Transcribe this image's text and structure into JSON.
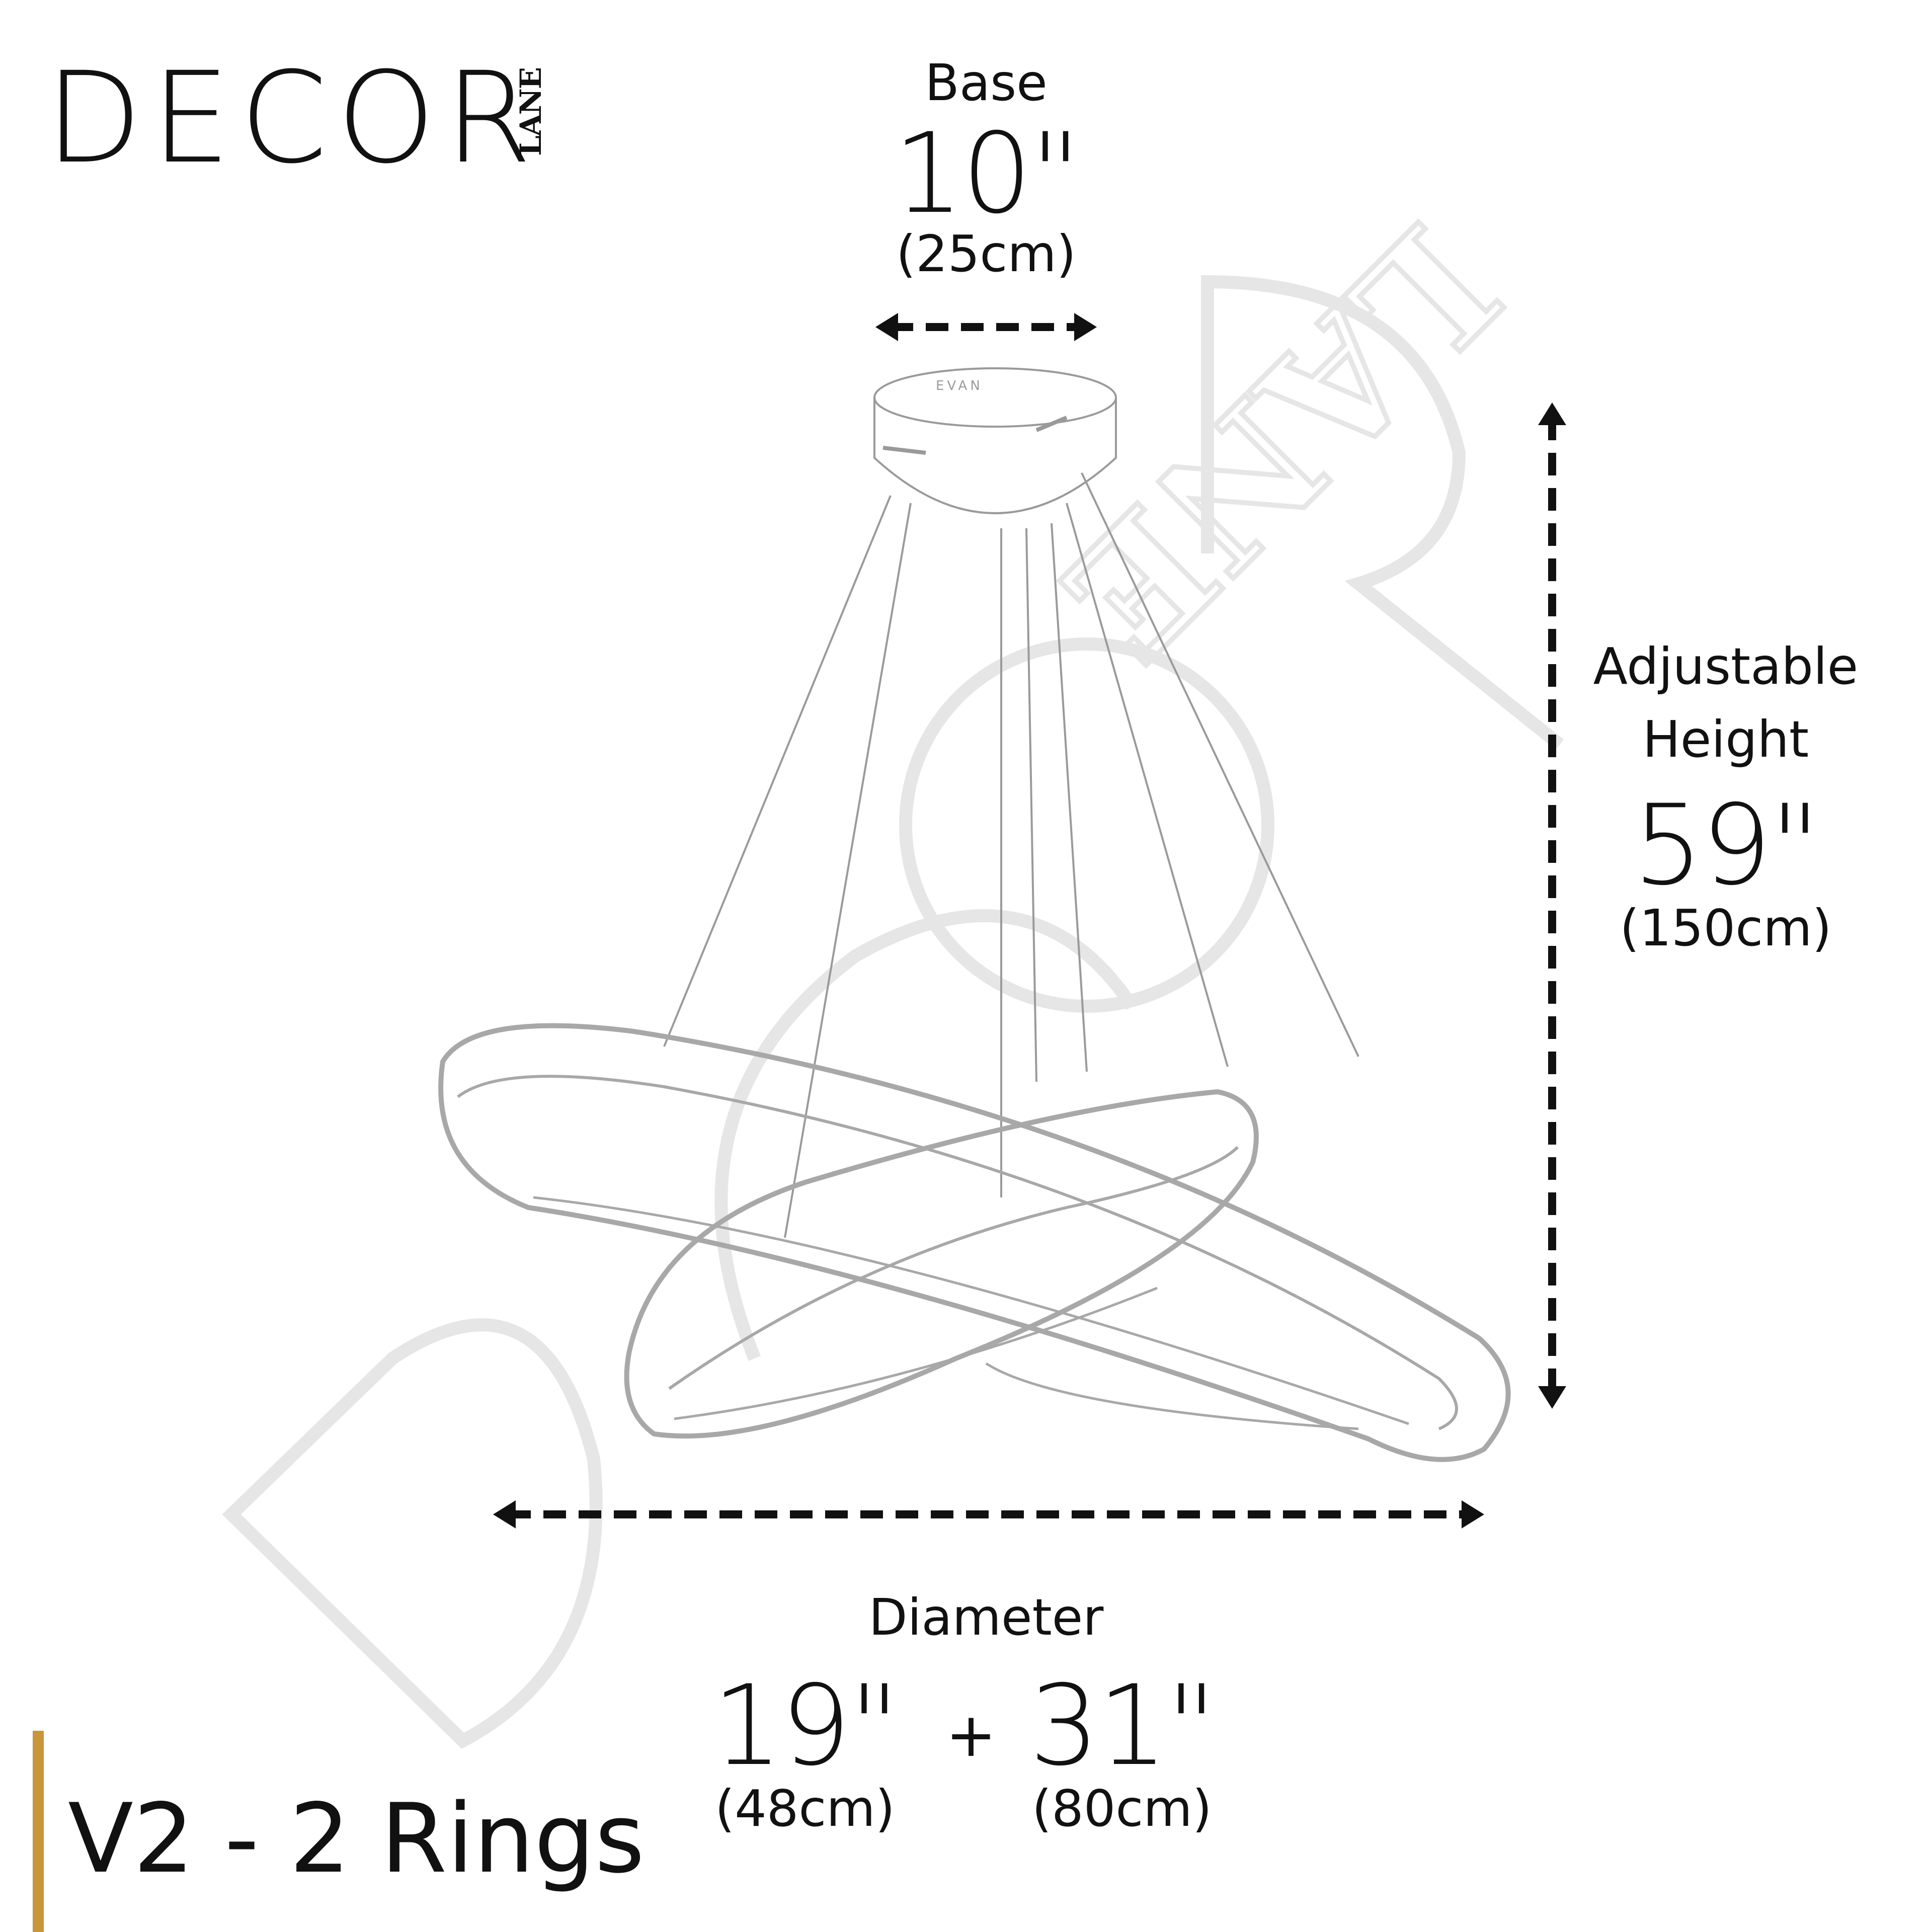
{
  "brand": {
    "logo_main": "DECOR",
    "logo_sub": "LANE",
    "watermark": "DECOR LANE"
  },
  "colors": {
    "accent": "#C9963A",
    "ink": "#111111",
    "watermark": "#E6E6E6",
    "line_art": "#9A9A9A"
  },
  "base": {
    "label": "Base",
    "value": "10\"",
    "metric": "(25cm)"
  },
  "height": {
    "label_line1": "Adjustable",
    "label_line2": "Height",
    "value": "59\"",
    "metric": "(150cm)"
  },
  "diameter": {
    "label": "Diameter",
    "small_value": "19\"",
    "small_metric": "(48cm)",
    "plus": "+",
    "large_value": "31\"",
    "large_metric": "(80cm)"
  },
  "canopy_text": "EVAN",
  "series": {
    "label": "V2 - 2 Rings"
  },
  "icons": {
    "base_arrow": "double-arrow-horizontal",
    "height_arrow": "double-arrow-vertical",
    "diameter_arrow": "double-arrow-horizontal"
  }
}
